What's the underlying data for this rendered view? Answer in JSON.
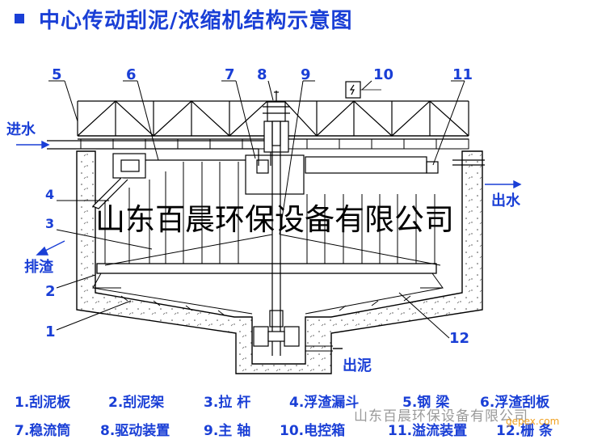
{
  "title": "中心传动刮泥/浓缩机结构示意图",
  "part_numbers": [
    "1",
    "2",
    "3",
    "4",
    "5",
    "6",
    "7",
    "8",
    "9",
    "10",
    "11",
    "12"
  ],
  "flow_labels": {
    "inlet": "进水",
    "outlet": "出水",
    "scum": "排渣",
    "sludge": "出泥"
  },
  "watermark": "山东百晨环保设备有限公司",
  "legend_row1": [
    "1.刮泥板",
    "2.刮泥架",
    "3.拉 杆",
    "4.浮渣漏斗",
    "5.钢 梁",
    "6.浮渣刮板"
  ],
  "legend_row2": [
    "7.稳流筒",
    "8.驱动装置",
    "9.主 轴",
    "10.电控箱",
    "11.溢流装置",
    "12.栅 条"
  ],
  "footer_watermark": "山东百晨环保设备有限公司",
  "site_mark": "gepex.com",
  "colors": {
    "accent": "#1a3fd6",
    "line": "#000000"
  }
}
